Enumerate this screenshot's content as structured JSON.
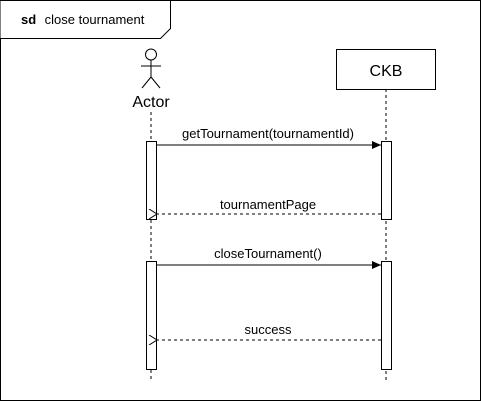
{
  "frame": {
    "keyword": "sd",
    "title": "close tournament"
  },
  "participants": [
    {
      "id": "actor",
      "kind": "actor",
      "label": "Actor"
    },
    {
      "id": "ckb",
      "kind": "object",
      "label": "CKB"
    }
  ],
  "messages": [
    {
      "from": "actor",
      "to": "ckb",
      "label": "getTournament(tournamentId)",
      "style": "sync"
    },
    {
      "from": "ckb",
      "to": "actor",
      "label": "tournamentPage",
      "style": "return"
    },
    {
      "from": "actor",
      "to": "ckb",
      "label": "closeTournament()",
      "style": "sync"
    },
    {
      "from": "ckb",
      "to": "actor",
      "label": "success",
      "style": "return"
    }
  ]
}
